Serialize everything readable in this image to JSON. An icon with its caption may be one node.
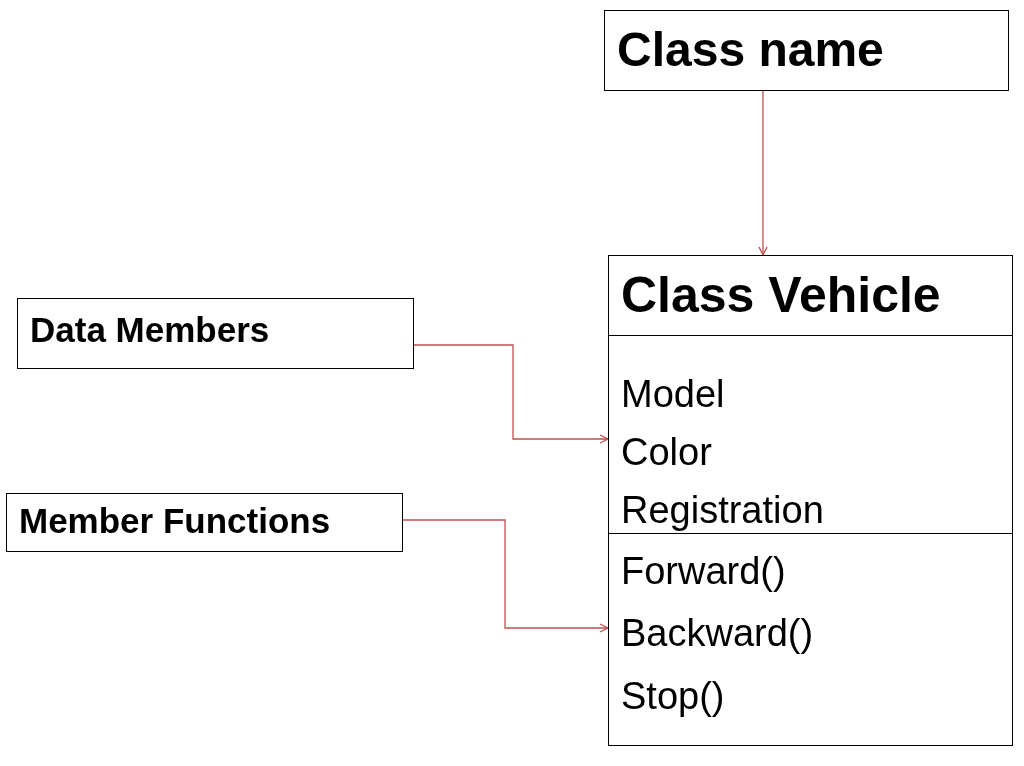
{
  "diagram": {
    "nodes": [
      {
        "text": [
          "Class name"
        ]
      },
      {
        "text": [
          "Data Members"
        ]
      },
      {
        "text": [
          "Member Functions"
        ]
      },
      {
        "text": [
          "Class Vehicle"
        ]
      },
      {
        "text": [
          "Model",
          "Color",
          "Registration"
        ]
      },
      {
        "text": [
          "Forward()",
          "Backward()",
          "Stop()"
        ]
      }
    ],
    "edges": [
      {
        "from": 0,
        "to": 3,
        "arrow": "to"
      },
      {
        "from": 1,
        "to": 4,
        "arrow": "to"
      },
      {
        "from": 2,
        "to": 5,
        "arrow": "to"
      }
    ]
  }
}
